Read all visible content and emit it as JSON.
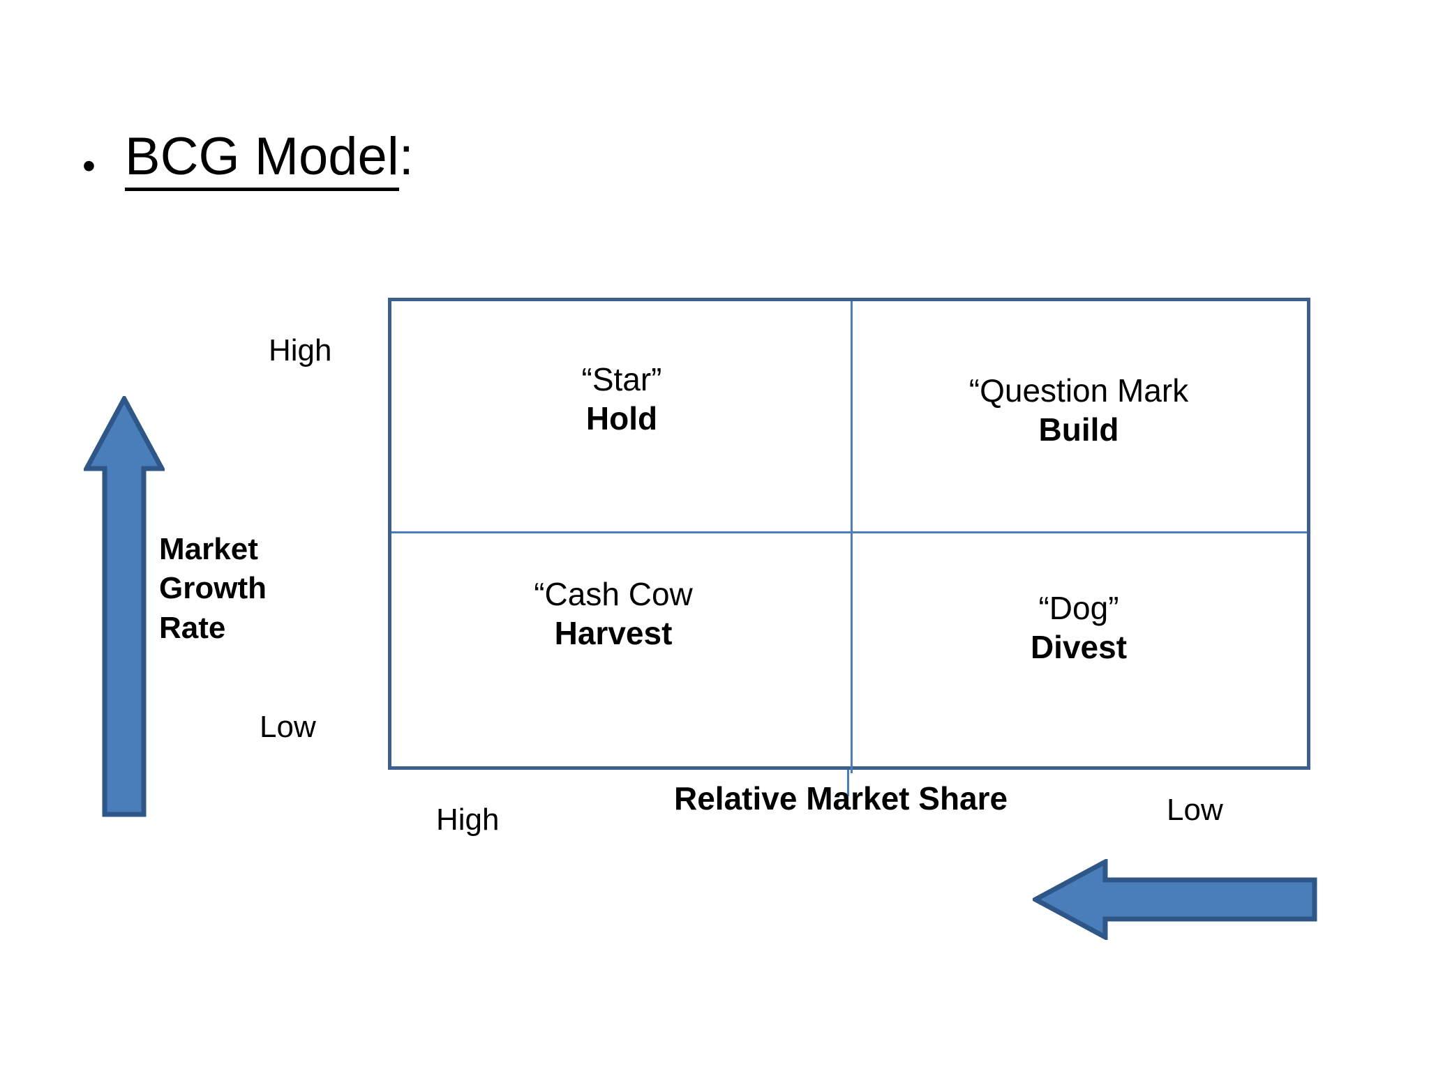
{
  "slide": {
    "background_color": "#ffffff",
    "title": {
      "bullet": "•",
      "text": "BCG Model",
      "suffix": ":"
    }
  },
  "colors": {
    "matrix_outer_border": "#3c5f8e",
    "matrix_inner_line": "#4a7ebb",
    "arrow_fill": "#4a7ebb",
    "arrow_outline": "#2e5686",
    "text": "#000000"
  },
  "chart_data": {
    "type": "table",
    "title": "BCG Model",
    "xlabel": "Relative Market Share",
    "ylabel": "Market Growth Rate",
    "x_tick_labels": [
      "High",
      "Low"
    ],
    "y_tick_labels": [
      "High",
      "Low"
    ],
    "grid": true,
    "legend": "none",
    "quadrants": [
      {
        "id": "star",
        "name": "“Star”",
        "action": "Hold",
        "market_growth_rate": "High",
        "relative_market_share": "High",
        "position": "top-left"
      },
      {
        "id": "question-mark",
        "name": "“Question Mark",
        "action": "Build",
        "market_growth_rate": "High",
        "relative_market_share": "Low",
        "position": "top-right"
      },
      {
        "id": "cash-cow",
        "name": "“Cash Cow",
        "action": "Harvest",
        "market_growth_rate": "Low",
        "relative_market_share": "High",
        "position": "bottom-left"
      },
      {
        "id": "dog",
        "name": "“Dog”",
        "action": "Divest",
        "market_growth_rate": "Low",
        "relative_market_share": "Low",
        "position": "bottom-right"
      }
    ]
  },
  "axes": {
    "y": {
      "title_line1": "Market",
      "title_line2": "Growth",
      "title_line3": "Rate",
      "high_label": "High",
      "low_label": "Low",
      "arrow_direction": "up",
      "arrow_icon": "arrow-up-icon"
    },
    "x": {
      "title": "Relative Market Share",
      "high_label": "High",
      "low_label": "Low",
      "arrow_direction": "left",
      "arrow_icon": "arrow-left-icon"
    }
  }
}
